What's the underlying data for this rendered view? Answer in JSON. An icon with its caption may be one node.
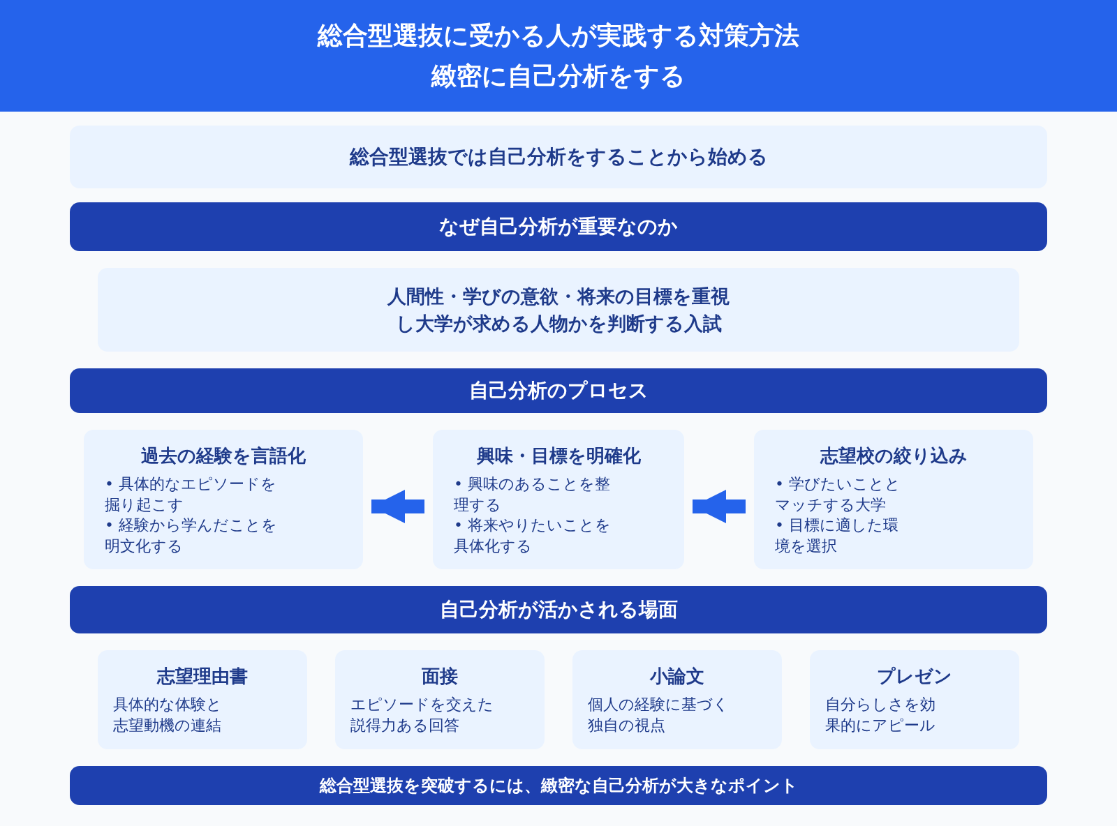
{
  "diagram": {
    "title": "総合型選抜に受かる人が実践する対策方法緻密に自己分析をする",
    "nodes": [
      {
        "text": [
          "総合型選抜では自己分析をすることから始める"
        ]
      },
      {
        "text": [
          "なぜ自己分析が重要なのか"
        ]
      },
      {
        "text": [
          "人間性・学びの意欲・将来の目標を重視し大学が求める人物かを判断する入試"
        ]
      },
      {
        "text": [
          "自己分析のプロセス"
        ]
      },
      {
        "text": [
          "過去の経験を言語化",
          "• 具体的なエピソードを掘り起こす",
          "• 経験から学んだことを明文化する"
        ]
      },
      {
        "text": [
          "興味・目標を明確化",
          "• 興味のあることを整理する",
          "• 将来やりたいことを具体化する"
        ]
      },
      {
        "text": [
          "志望校の絞り込み",
          "• 学びたいこととマッチする大学",
          "• 目標に適した環境を選択"
        ]
      },
      {
        "text": [
          "自己分析が活かされる場面"
        ]
      },
      {
        "text": [
          "志望理由書",
          "具体的な体験と志望動機の連結"
        ]
      },
      {
        "text": [
          "面接",
          "エピソードを交えた説得力ある回答"
        ]
      },
      {
        "text": [
          "小論文",
          "個人の経験に基づく独自の視点"
        ]
      },
      {
        "text": [
          "プレゼン",
          "自分らしさを効果的にアピール"
        ]
      },
      {
        "text": [
          "総合型選抜を突破するには、緻密な自己分析が大きなポイント"
        ]
      }
    ],
    "edges": [
      {
        "from": 5,
        "to": 4,
        "arrow": "to"
      },
      {
        "from": 6,
        "to": 5,
        "arrow": "to"
      }
    ]
  }
}
